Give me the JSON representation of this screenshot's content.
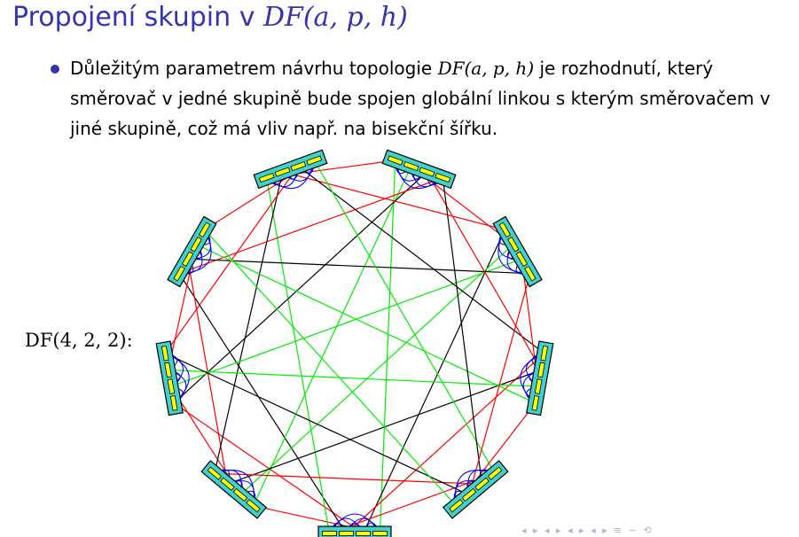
{
  "slide": {
    "title_prefix": "Propojení skupin v ",
    "title_math": "DF(a, p, h)",
    "bullet_part1": "Důležitým parametrem návrhu topologie ",
    "bullet_math": "DF(a, p, h)",
    "bullet_part2": " je rozhodnutí, který směrovač v jedné skupině bude spojen globální linkou s kterým směrovačem v jiné skupině, což má vliv např. na bisekční šířku.",
    "diagram_label": "DF(4, 2, 2):"
  },
  "diagram": {
    "groups": 9,
    "routers_per_group": 4,
    "colors": {
      "group_box": "#40d0d0",
      "router": "#ffff00",
      "local_link": "#0000ff",
      "global_link_red": "#ff0000",
      "global_link_green": "#00ee00",
      "global_link_black": "#000000"
    }
  },
  "nav": {
    "symbols": "◂ ▸ ◂ ▸ ◂ ▸ ◂ ▸ ≡ ∽ ⟲"
  }
}
